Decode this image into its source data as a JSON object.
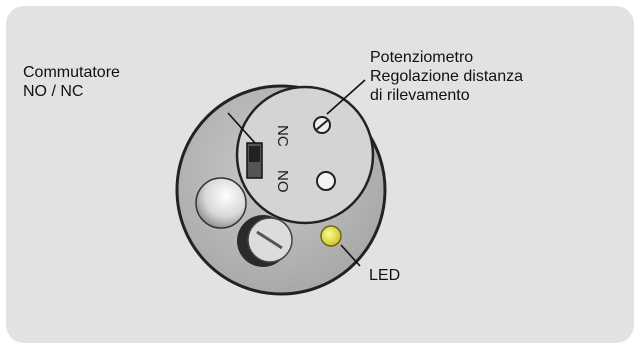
{
  "labels": {
    "switch": "Commutatore\nNO / NC",
    "potentiometer": "Potenziometro\nRegolazione distanza\ndi rilevamento",
    "led": "LED"
  },
  "switch_marks": {
    "nc": "NC",
    "no": "NO"
  },
  "colors": {
    "panel": "#e2e2e2",
    "sensor_body": "#bdbdbd",
    "led": "#e4e43a",
    "leader_line": "#111111"
  },
  "icons": {
    "potentiometer": "slotted-screw-icon",
    "led": "led-icon",
    "switch": "slide-switch-icon"
  }
}
